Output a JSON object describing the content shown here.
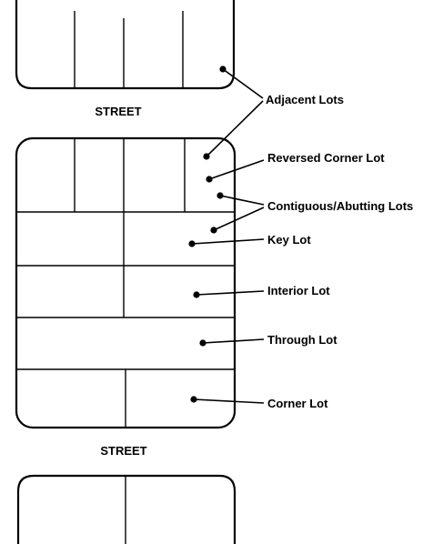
{
  "streets": [
    "STREET",
    "STREET"
  ],
  "labels": {
    "adjacent": "Adjacent Lots",
    "reversed_corner": "Reversed Corner Lot",
    "contiguous": "Contiguous/Abutting Lots",
    "key": "Key Lot",
    "interior": "Interior Lot",
    "through": "Through Lot",
    "corner": "Corner Lot"
  }
}
